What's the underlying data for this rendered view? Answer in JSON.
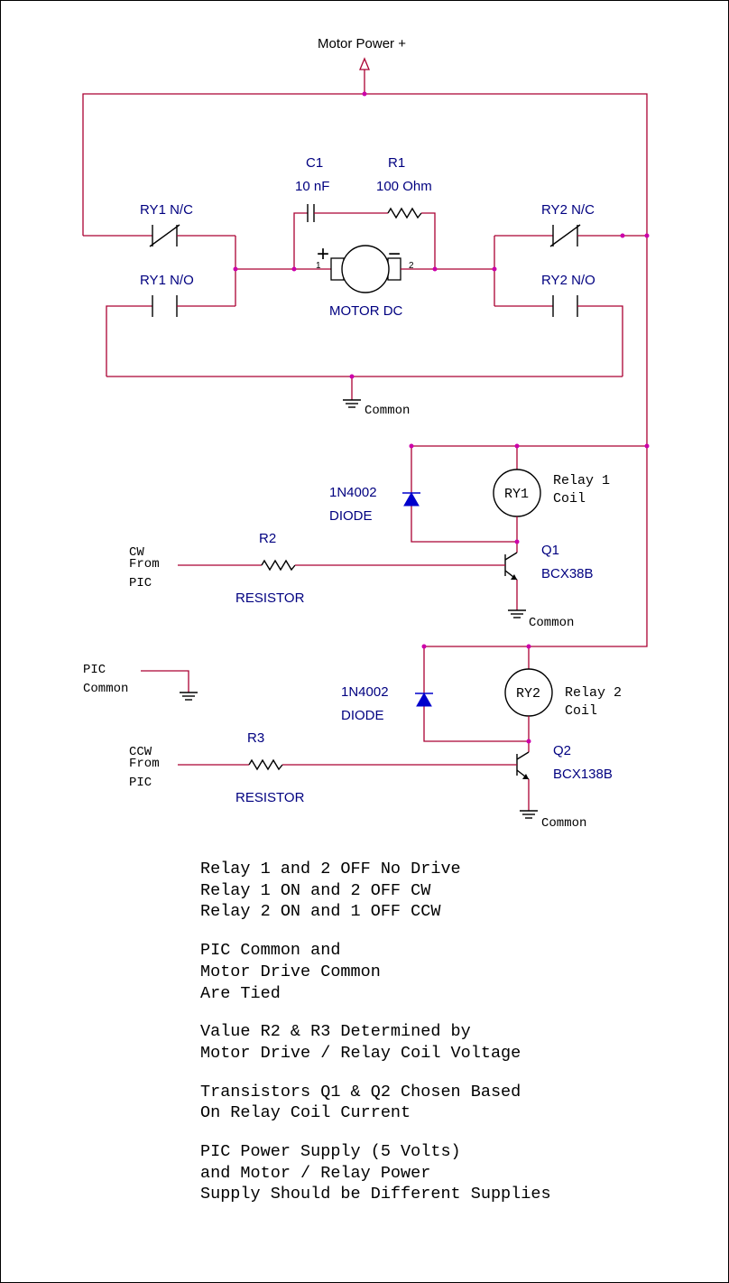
{
  "labels": {
    "motor_power": "Motor Power +",
    "c1_name": "C1",
    "c1_value": "10 nF",
    "r1_name": "R1",
    "r1_value": "100 Ohm",
    "ry1_nc": "RY1 N/C",
    "ry1_no": "RY1 N/O",
    "ry2_nc": "RY2 N/C",
    "ry2_no": "RY2 N/O",
    "motor": "MOTOR DC",
    "motor_plus": "+",
    "motor_minus": "−",
    "pin1": "1",
    "pin2": "2",
    "common": "Common",
    "ry1_coil_symbol": "RY1",
    "ry2_coil_symbol": "RY2",
    "relay1_coil_line1": "Relay 1",
    "relay1_coil_line2": "Coil",
    "relay2_coil_line1": "Relay 2",
    "relay2_coil_line2": "Coil",
    "diode_name": "1N4002",
    "diode_type": "DIODE",
    "r2_name": "R2",
    "r3_name": "R3",
    "resistor_type": "RESISTOR",
    "q1_name": "Q1",
    "q1_part": "BCX38B",
    "q2_name": "Q2",
    "q2_part": "BCX138B",
    "cw_line1": "CW",
    "ccw_line1": "CCW",
    "from": "From",
    "pic": "PIC",
    "pic_common_line1": "PIC",
    "pic_common_line2": "Common"
  },
  "notes": [
    [
      "Relay 1 and 2 OFF No Drive",
      "Relay 1 ON and 2 OFF CW",
      "Relay 2 ON and 1 OFF CCW"
    ],
    [
      "PIC Common and",
      "Motor Drive Common",
      "Are Tied"
    ],
    [
      "Value R2 & R3 Determined by",
      "Motor Drive / Relay Coil Voltage"
    ],
    [
      "Transistors Q1 & Q2 Chosen Based",
      "On Relay Coil Current"
    ],
    [
      "PIC Power Supply (5 Volts)",
      "and Motor / Relay Power",
      "Supply Should be Different Supplies"
    ]
  ],
  "colors": {
    "wire": "#aa0033",
    "junction": "#cc00aa",
    "label_blue": "#000080",
    "diode": "#0000cc"
  }
}
